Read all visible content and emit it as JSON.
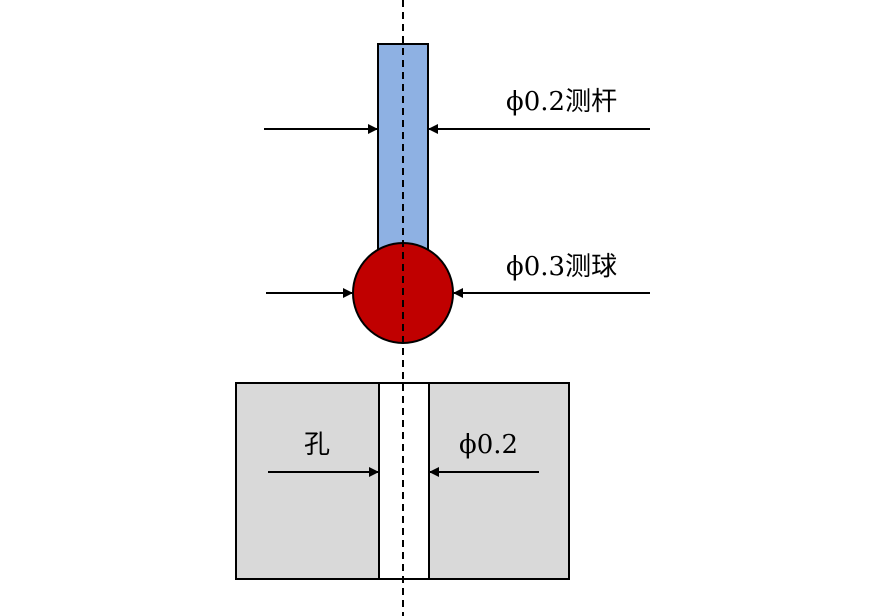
{
  "labels": {
    "stem": "ϕ0.2测杆",
    "ball": "ϕ0.3测球",
    "hole": "孔",
    "hole_diameter": "ϕ0.2"
  },
  "colors": {
    "stem_fill": "#8eb1e3",
    "ball_fill": "#c00000",
    "block_fill": "#d9d9d9",
    "hole_fill": "#ffffff",
    "stroke": "#000000"
  }
}
